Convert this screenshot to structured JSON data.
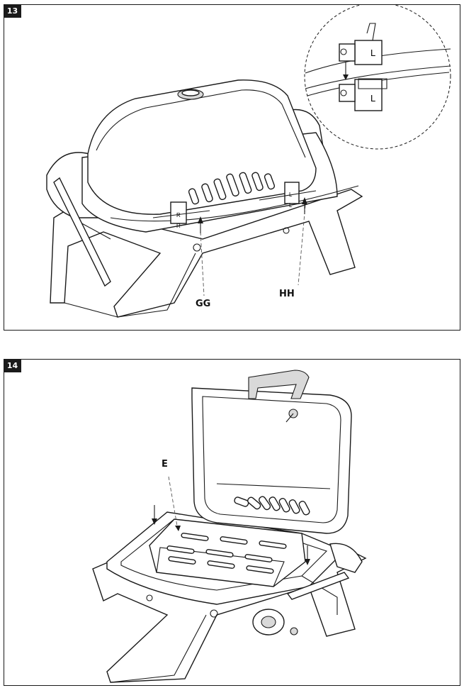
{
  "steps": [
    {
      "number": "13",
      "callouts": [
        "GG",
        "HH"
      ],
      "detail_tags": [
        "L",
        "L"
      ],
      "bracket_tags": [
        "R",
        "R",
        "L",
        "L"
      ]
    },
    {
      "number": "14",
      "callouts": [
        "E"
      ]
    }
  ]
}
